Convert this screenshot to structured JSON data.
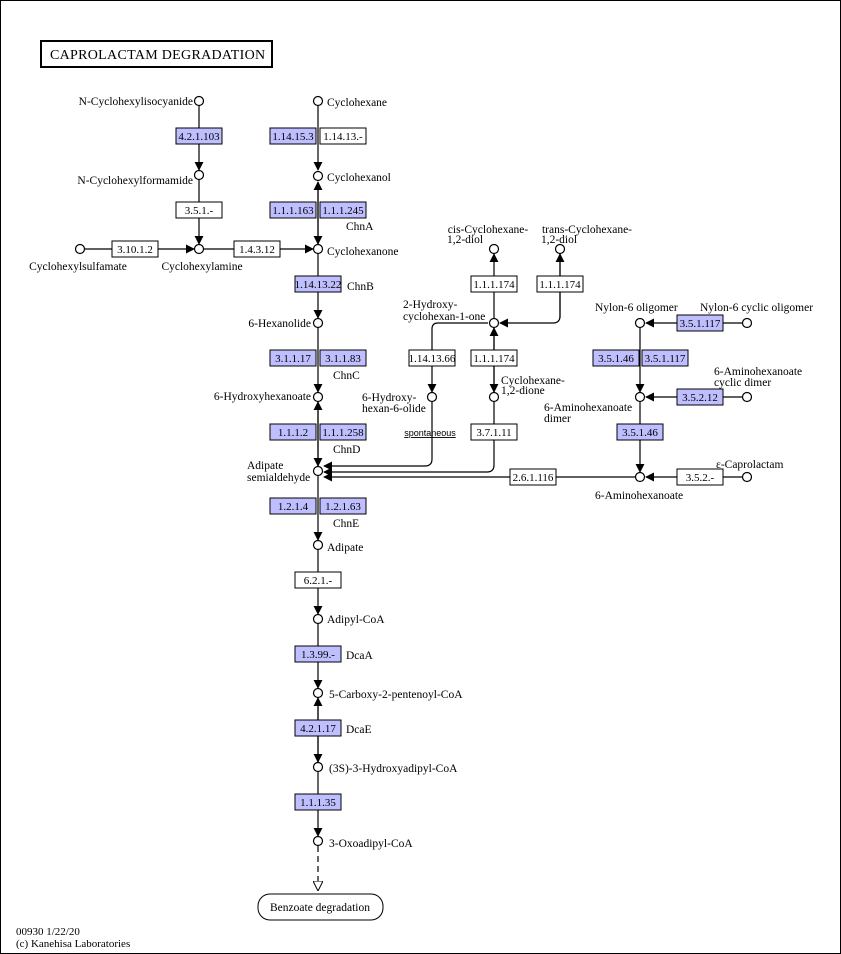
{
  "title": "CAPROLACTAM  DEGRADATION",
  "footer": {
    "line1": "00930 1/22/20",
    "line2": "(c) Kanehisa Laboratories"
  },
  "colors": {
    "enzyme_present": "#bfbfff",
    "enzyme_absent": "#ffffff",
    "line": "#000000"
  },
  "compounds": {
    "n_cyclohexylisocyanide": "N-Cyclohexylisocyanide",
    "n_cyclohexylformamide": "N-Cyclohexylformamide",
    "cyclohexylsulfamate": "Cyclohexylsulfamate",
    "cyclohexylamine": "Cyclohexylamine",
    "cyclohexane": "Cyclohexane",
    "cyclohexanol": "Cyclohexanol",
    "cyclohexanone": "Cyclohexanone",
    "hexanolide": "6-Hexanolide",
    "hydroxyhexanoate": "6-Hydroxyhexanoate",
    "adipate_semialdehyde_1": "Adipate",
    "adipate_semialdehyde_2": "semialdehyde",
    "adipate": "Adipate",
    "adipyl_coa": "Adipyl-CoA",
    "carboxy_pentenoyl_coa": "5-Carboxy-2-pentenoyl-CoA",
    "hydroxyadipyl_coa": "(3S)-3-Hydroxyadipyl-CoA",
    "oxoadipyl_coa": "3-Oxoadipyl-CoA",
    "cis_diol_1": "cis-Cyclohexane-",
    "cis_diol_2": "1,2-diol",
    "trans_diol_1": "trans-Cyclohexane-",
    "trans_diol_2": "1,2-diol",
    "hydroxycyclohexanone_1": "2-Hydroxy-",
    "hydroxycyclohexanone_2": "cyclohexan-1-one",
    "hydroxyhexanolide_1": "6-Hydroxy-",
    "hydroxyhexanolide_2": "hexan-6-olide",
    "cyclohexanedione_1": "Cyclohexane-",
    "cyclohexanedione_2": "1,2-dione",
    "nylon6_oligomer": "Nylon-6 oligomer",
    "nylon6_cyclic_oligomer": "Nylon-6 cyclic oligomer",
    "aminohexanoate_cyclic_dimer_1": "6-Aminohexanoate",
    "aminohexanoate_cyclic_dimer_2": "cyclic dimer",
    "aminohexanoate_dimer_1": "6-Aminohexanoate",
    "aminohexanoate_dimer_2": "dimer",
    "caprolactam": "ε-Caprolactam",
    "aminohexanoate": "6-Aminohexanoate",
    "spontaneous": "spontaneous"
  },
  "enzymes": {
    "e_4_2_1_103": "4.2.1.103",
    "e_3_5_1": "3.5.1.-",
    "e_3_10_1_2": "3.10.1.2",
    "e_1_4_3_12": "1.4.3.12",
    "e_1_14_15_3": "1.14.15.3",
    "e_1_14_13": "1.14.13.-",
    "e_1_1_1_163": "1.1.1.163",
    "e_1_1_1_245": "1.1.1.245",
    "e_1_14_13_22": "1.14.13.22",
    "e_3_1_1_17": "3.1.1.17",
    "e_3_1_1_83": "3.1.1.83",
    "e_1_1_1_2": "1.1.1.2",
    "e_1_1_1_258": "1.1.1.258",
    "e_1_2_1_4": "1.2.1.4",
    "e_1_2_1_63": "1.2.1.63",
    "e_6_2_1": "6.2.1.-",
    "e_1_3_99": "1.3.99.-",
    "e_4_2_1_17": "4.2.1.17",
    "e_1_1_1_35": "1.1.1.35",
    "e_1_1_1_174_a": "1.1.1.174",
    "e_1_1_1_174_b": "1.1.1.174",
    "e_1_1_1_174_c": "1.1.1.174",
    "e_1_14_13_66": "1.14.13.66",
    "e_3_7_1_11": "3.7.1.11",
    "e_2_6_1_116": "2.6.1.116",
    "e_3_5_1_117_a": "3.5.1.117",
    "e_3_5_1_46_a": "3.5.1.46",
    "e_3_5_1_117_b": "3.5.1.117",
    "e_3_5_2_12": "3.5.2.12",
    "e_3_5_1_46_b": "3.5.1.46",
    "e_3_5_2": "3.5.2.-"
  },
  "gene_labels": {
    "chnA": "ChnA",
    "chnB": "ChnB",
    "chnC": "ChnC",
    "chnD": "ChnD",
    "chnE": "ChnE",
    "dcaA": "DcaA",
    "dcaE": "DcaE"
  },
  "links": {
    "benzoate_degradation": "Benzoate degradation"
  }
}
